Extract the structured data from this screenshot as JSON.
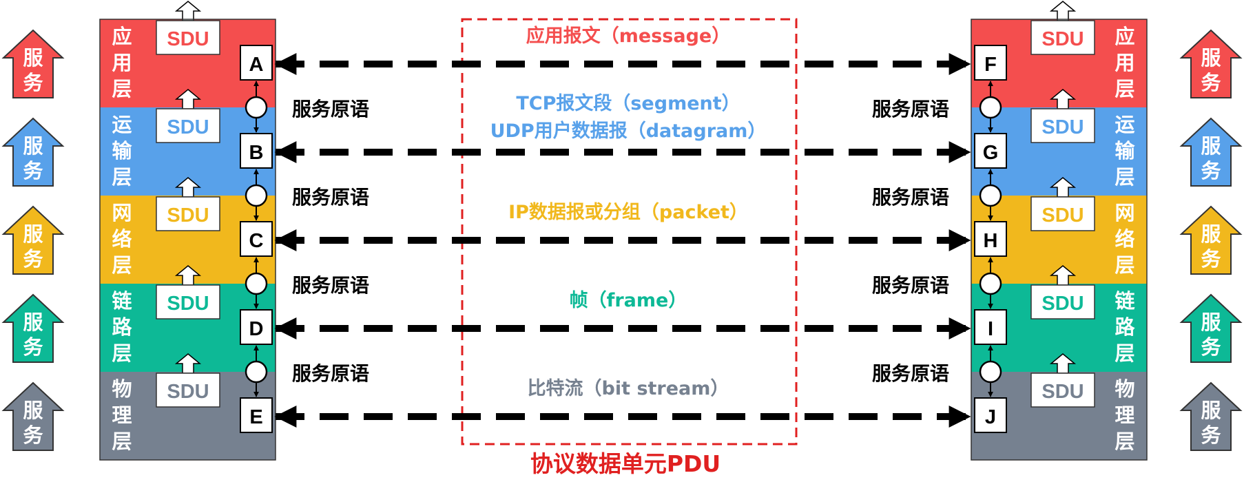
{
  "service_label": "服务",
  "sdu_label": "SDU",
  "primitive_label": "服务原语",
  "pdu_caption": "协议数据单元PDU",
  "layers": [
    {
      "name": "应用层",
      "color": "#f44e4e",
      "left_sap": "A",
      "right_sap": "F",
      "pdu": [
        "应用报文（message）"
      ]
    },
    {
      "name": "运输层",
      "color": "#58a1ea",
      "left_sap": "B",
      "right_sap": "G",
      "pdu": [
        "TCP报文段（segment）",
        "UDP用户数据报（datagram）"
      ]
    },
    {
      "name": "网络层",
      "color": "#f1b81d",
      "left_sap": "C",
      "right_sap": "H",
      "pdu": [
        "IP数据报或分组（packet）"
      ]
    },
    {
      "name": "链路层",
      "color": "#0db996",
      "left_sap": "D",
      "right_sap": "I",
      "pdu": [
        "帧（frame）"
      ]
    },
    {
      "name": "物理层",
      "color": "#768190",
      "left_sap": "E",
      "right_sap": "J",
      "pdu": [
        "比特流（bit stream）"
      ]
    }
  ],
  "colors": {
    "pdu_border": "#e02020",
    "pdu_caption": "#e02020",
    "arrow": "#000000",
    "text": "#000000"
  }
}
